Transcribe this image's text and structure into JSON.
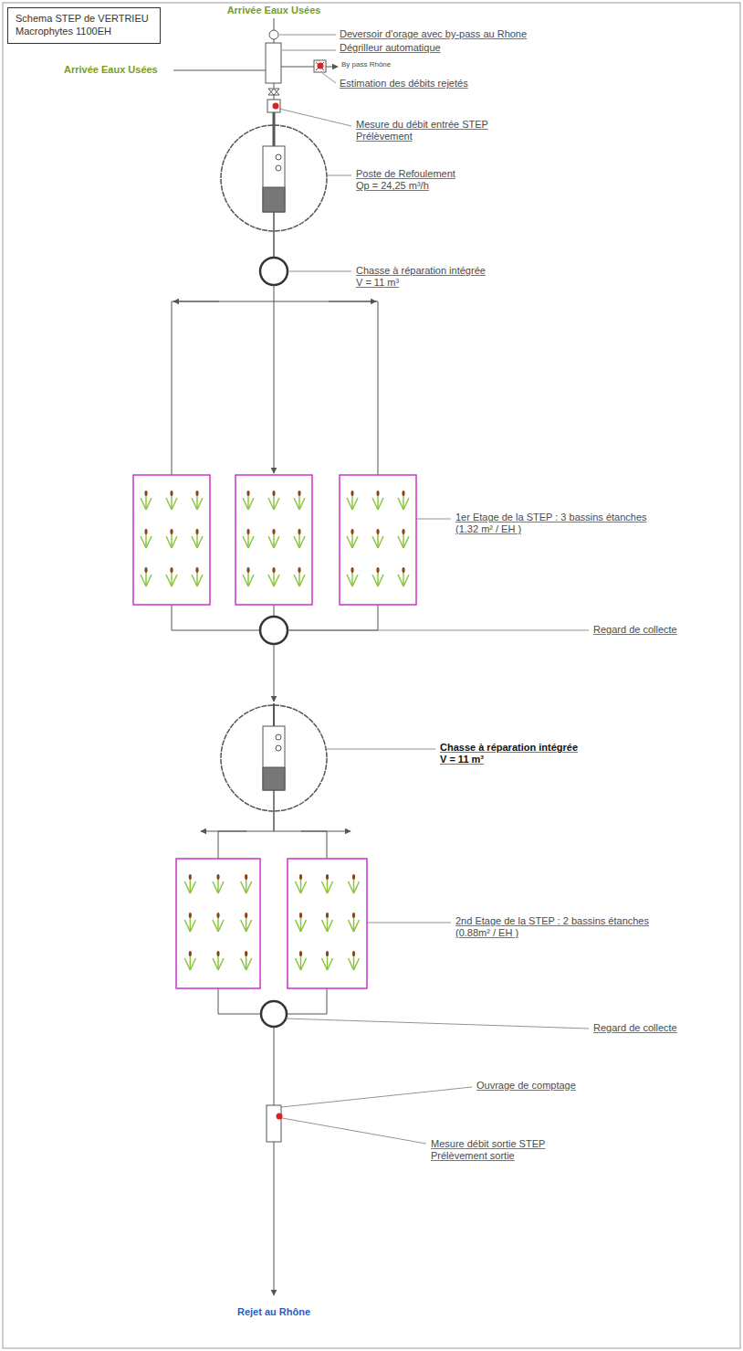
{
  "diagram": {
    "nodes": [
      {
        "text": [
          "Schema STEP de VERTRIEU",
          "Macrophytes 1100EH"
        ]
      }
    ],
    "labels": [
      "Arrivée Eaux Usées",
      "Deversoir d'orage avec by-pass au Rhone",
      "Dégrilleur automatique",
      "Arrivée Eaux Usées",
      "By pass Rhône",
      "Estimation des débits rejetés",
      "Mesure du débit entrée STEP",
      "Prélèvement",
      "Poste de Refoulement",
      "Qp = 24,25 m³/h",
      "Chasse à réparation intégrée",
      "V = 11 m³",
      "1er Etage de la STEP : 3 bassins étanches",
      "(1.32 m² / EH )",
      "Regard de collecte",
      "Chasse à réparation intégrée",
      "V = 11 m³",
      "2nd Etage de la STEP : 2 bassins étanches",
      "(0.88m² / EH )",
      "Regard de collecte",
      "Ouvrage de comptage",
      "Mesure débit sortie STEP",
      "Prélèvement sortie",
      "Rejet au Rhône"
    ]
  }
}
